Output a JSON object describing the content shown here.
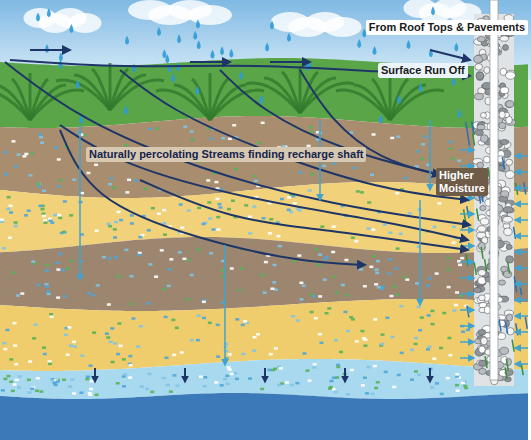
{
  "diagram": {
    "labels": [
      "From Roof Tops & Pavements",
      "Surface Run Off",
      "Naturally percolating Streams finding recharge shaft",
      "Higher Moisture"
    ]
  }
}
